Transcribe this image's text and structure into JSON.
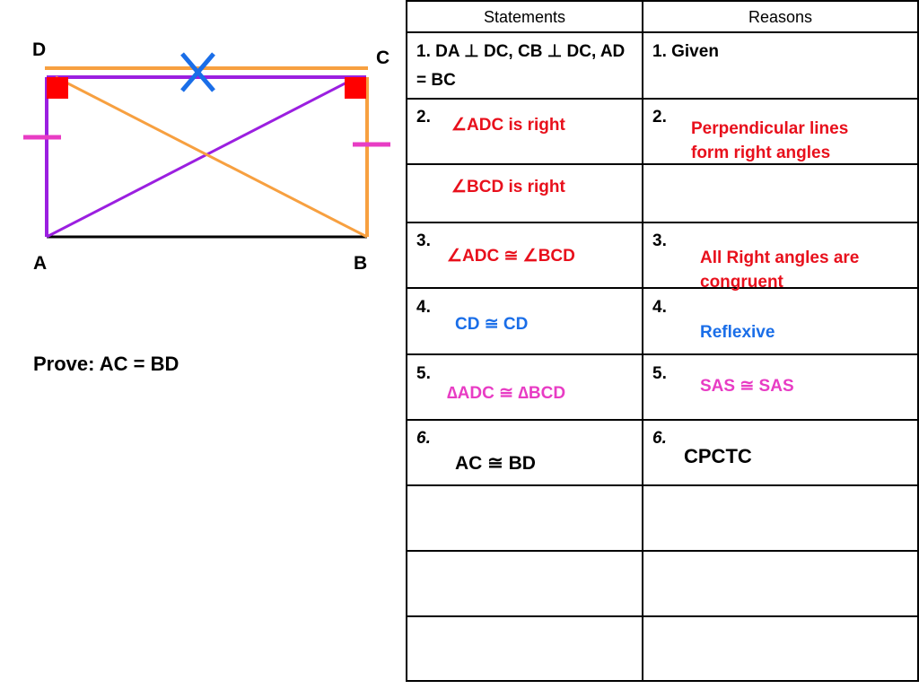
{
  "diagram": {
    "points": {
      "D": "D",
      "C": "C",
      "A": "A",
      "B": "B"
    },
    "colors": {
      "orange": "#f7a040",
      "purple": "#9b1fe0",
      "black": "#000000",
      "red": "#ff0000",
      "pink": "#e83cc4",
      "blue": "#1a6ee8"
    }
  },
  "prove": "Prove:  AC = BD",
  "table": {
    "headers": {
      "statements": "Statements",
      "reasons": "Reasons"
    },
    "rows": [
      {
        "num_s": "",
        "statement": "1.  DA ⊥ DC, CB ⊥ DC, AD = BC",
        "num_r": "",
        "reason": "1.  Given"
      },
      {
        "num_s": "2.",
        "statement": "∠ADC is right",
        "num_r": "2.",
        "reason": "Perpendicular lines form right angles"
      },
      {
        "num_s": "",
        "statement": "∠BCD is right",
        "num_r": "",
        "reason": ""
      },
      {
        "num_s": "3.",
        "statement": "∠ADC ≅ ∠BCD",
        "num_r": "3.",
        "reason": "All Right angles are congruent"
      },
      {
        "num_s": "4.",
        "statement": "CD ≅ CD",
        "num_r": "4.",
        "reason": "Reflexive"
      },
      {
        "num_s": "5.",
        "statement": "∆ADC ≅ ∆BCD",
        "num_r": "5.",
        "reason": "SAS ≅ SAS"
      },
      {
        "num_s": "6.",
        "statement": "AC ≅ BD",
        "num_r": "6.",
        "reason": "CPCTC"
      }
    ]
  }
}
